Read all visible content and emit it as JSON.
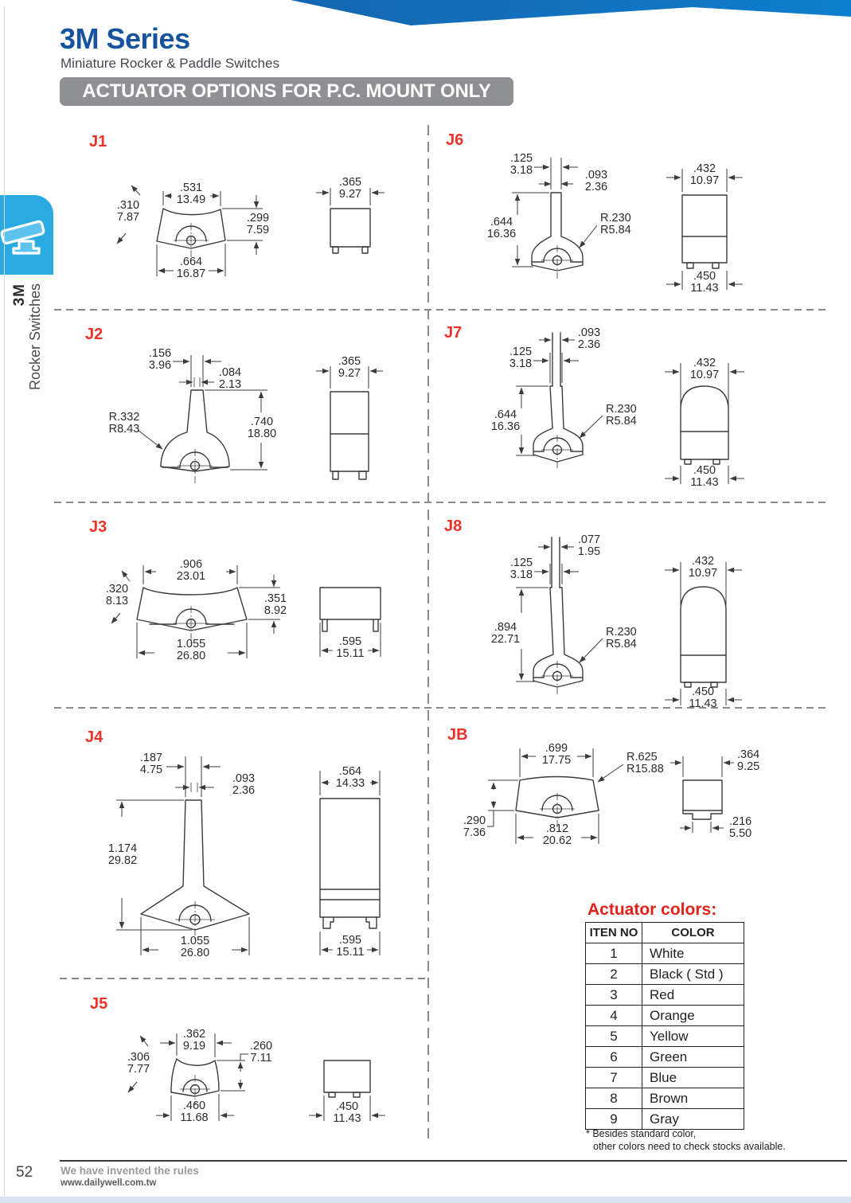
{
  "header": {
    "title": "3M Series",
    "subtitle": "Miniature Rocker & Paddle Switches",
    "banner": "ACTUATOR OPTIONS FOR P.C. MOUNT ONLY"
  },
  "sidebar": {
    "series_label": "3M",
    "category_label": "Rocker Switches",
    "tab_color": "#29abe2"
  },
  "accent_colors": {
    "title_blue": "#15539f",
    "heading_red": "#ee3126",
    "banner_gray": "#8f9094"
  },
  "panels": {
    "j1": {
      "label": "J1",
      "top_in": ".531",
      "top_mm": "13.49",
      "left_in": ".310",
      "left_mm": "7.87",
      "height_in": ".299",
      "height_mm": "7.59",
      "bottom_in": ".664",
      "bottom_mm": "16.87",
      "sidew_in": ".365",
      "sidew_mm": "9.27"
    },
    "j2": {
      "label": "J2",
      "tip_in": ".156",
      "tip_mm": "3.96",
      "neck_in": ".084",
      "neck_mm": "2.13",
      "radius_in": "R.332",
      "radius_mm": "R8.43",
      "height_in": ".740",
      "height_mm": "18.80",
      "sidew_in": ".365",
      "sidew_mm": "9.27"
    },
    "j3": {
      "label": "J3",
      "top_in": ".906",
      "top_mm": "23.01",
      "left_in": ".320",
      "left_mm": "8.13",
      "height_in": ".351",
      "height_mm": "8.92",
      "bottom_in": "1.055",
      "bottom_mm": "26.80",
      "sidew_in": ".595",
      "sidew_mm": "15.11"
    },
    "j4": {
      "label": "J4",
      "tip_in": ".187",
      "tip_mm": "4.75",
      "neck_in": ".093",
      "neck_mm": "2.36",
      "height_in": "1.174",
      "height_mm": "29.82",
      "bottom_in": "1.055",
      "bottom_mm": "26.80",
      "sidew_in": ".564",
      "sidew_mm": "14.33",
      "sideb_in": ".595",
      "sideb_mm": "15.11"
    },
    "j5": {
      "label": "J5",
      "top_in": ".362",
      "top_mm": "9.19",
      "left_in": ".306",
      "left_mm": "7.77",
      "height_in": ".260",
      "height_mm": "7.11",
      "bottom_in": ".460",
      "bottom_mm": "11.68",
      "sidew_in": ".450",
      "sidew_mm": "11.43"
    },
    "j6": {
      "label": "J6",
      "stem_in": ".125",
      "stem_mm": "3.18",
      "neck_in": ".093",
      "neck_mm": "2.36",
      "height_in": ".644",
      "height_mm": "16.36",
      "radius_in": "R.230",
      "radius_mm": "R5.84",
      "sidew_in": ".432",
      "sidew_mm": "10.97",
      "sideb_in": ".450",
      "sideb_mm": "11.43"
    },
    "j7": {
      "label": "J7",
      "neck_in": ".093",
      "neck_mm": "2.36",
      "stem_in": ".125",
      "stem_mm": "3.18",
      "height_in": ".644",
      "height_mm": "16.36",
      "radius_in": "R.230",
      "radius_mm": "R5.84",
      "sidew_in": ".432",
      "sidew_mm": "10.97",
      "sideb_in": ".450",
      "sideb_mm": "11.43"
    },
    "j8": {
      "label": "J8",
      "neck_in": ".077",
      "neck_mm": "1.95",
      "stem_in": ".125",
      "stem_mm": "3.18",
      "height_in": ".894",
      "height_mm": "22.71",
      "radius_in": "R.230",
      "radius_mm": "R5.84",
      "sidew_in": ".432",
      "sidew_mm": "10.97",
      "sideb_in": ".450",
      "sideb_mm": "11.43"
    },
    "jb": {
      "label": "JB",
      "top_in": ".699",
      "top_mm": "17.75",
      "radius_in": "R.625",
      "radius_mm": "R15.88",
      "height_in": ".290",
      "height_mm": "7.36",
      "bottom_in": ".812",
      "bottom_mm": "20.62",
      "sidew_in": ".364",
      "sidew_mm": "9.25",
      "sideb_in": ".216",
      "sideb_mm": "5.50"
    }
  },
  "colors": {
    "title": "Actuator colors:",
    "headers": {
      "item": "ITEN NO",
      "color": "COLOR"
    },
    "rows": [
      {
        "no": "1",
        "color": "White"
      },
      {
        "no": "2",
        "color": "Black ( Std )"
      },
      {
        "no": "3",
        "color": "Red"
      },
      {
        "no": "4",
        "color": "Orange"
      },
      {
        "no": "5",
        "color": "Yellow"
      },
      {
        "no": "6",
        "color": "Green"
      },
      {
        "no": "7",
        "color": "Blue"
      },
      {
        "no": "8",
        "color": "Brown"
      },
      {
        "no": "9",
        "color": "Gray"
      }
    ],
    "note1": "* Besides standard color,",
    "note2": "other colors need to check stocks available."
  },
  "footer": {
    "page_number": "52",
    "slogan": "We have invented the rules",
    "url": "www.dailywell.com.tw"
  }
}
